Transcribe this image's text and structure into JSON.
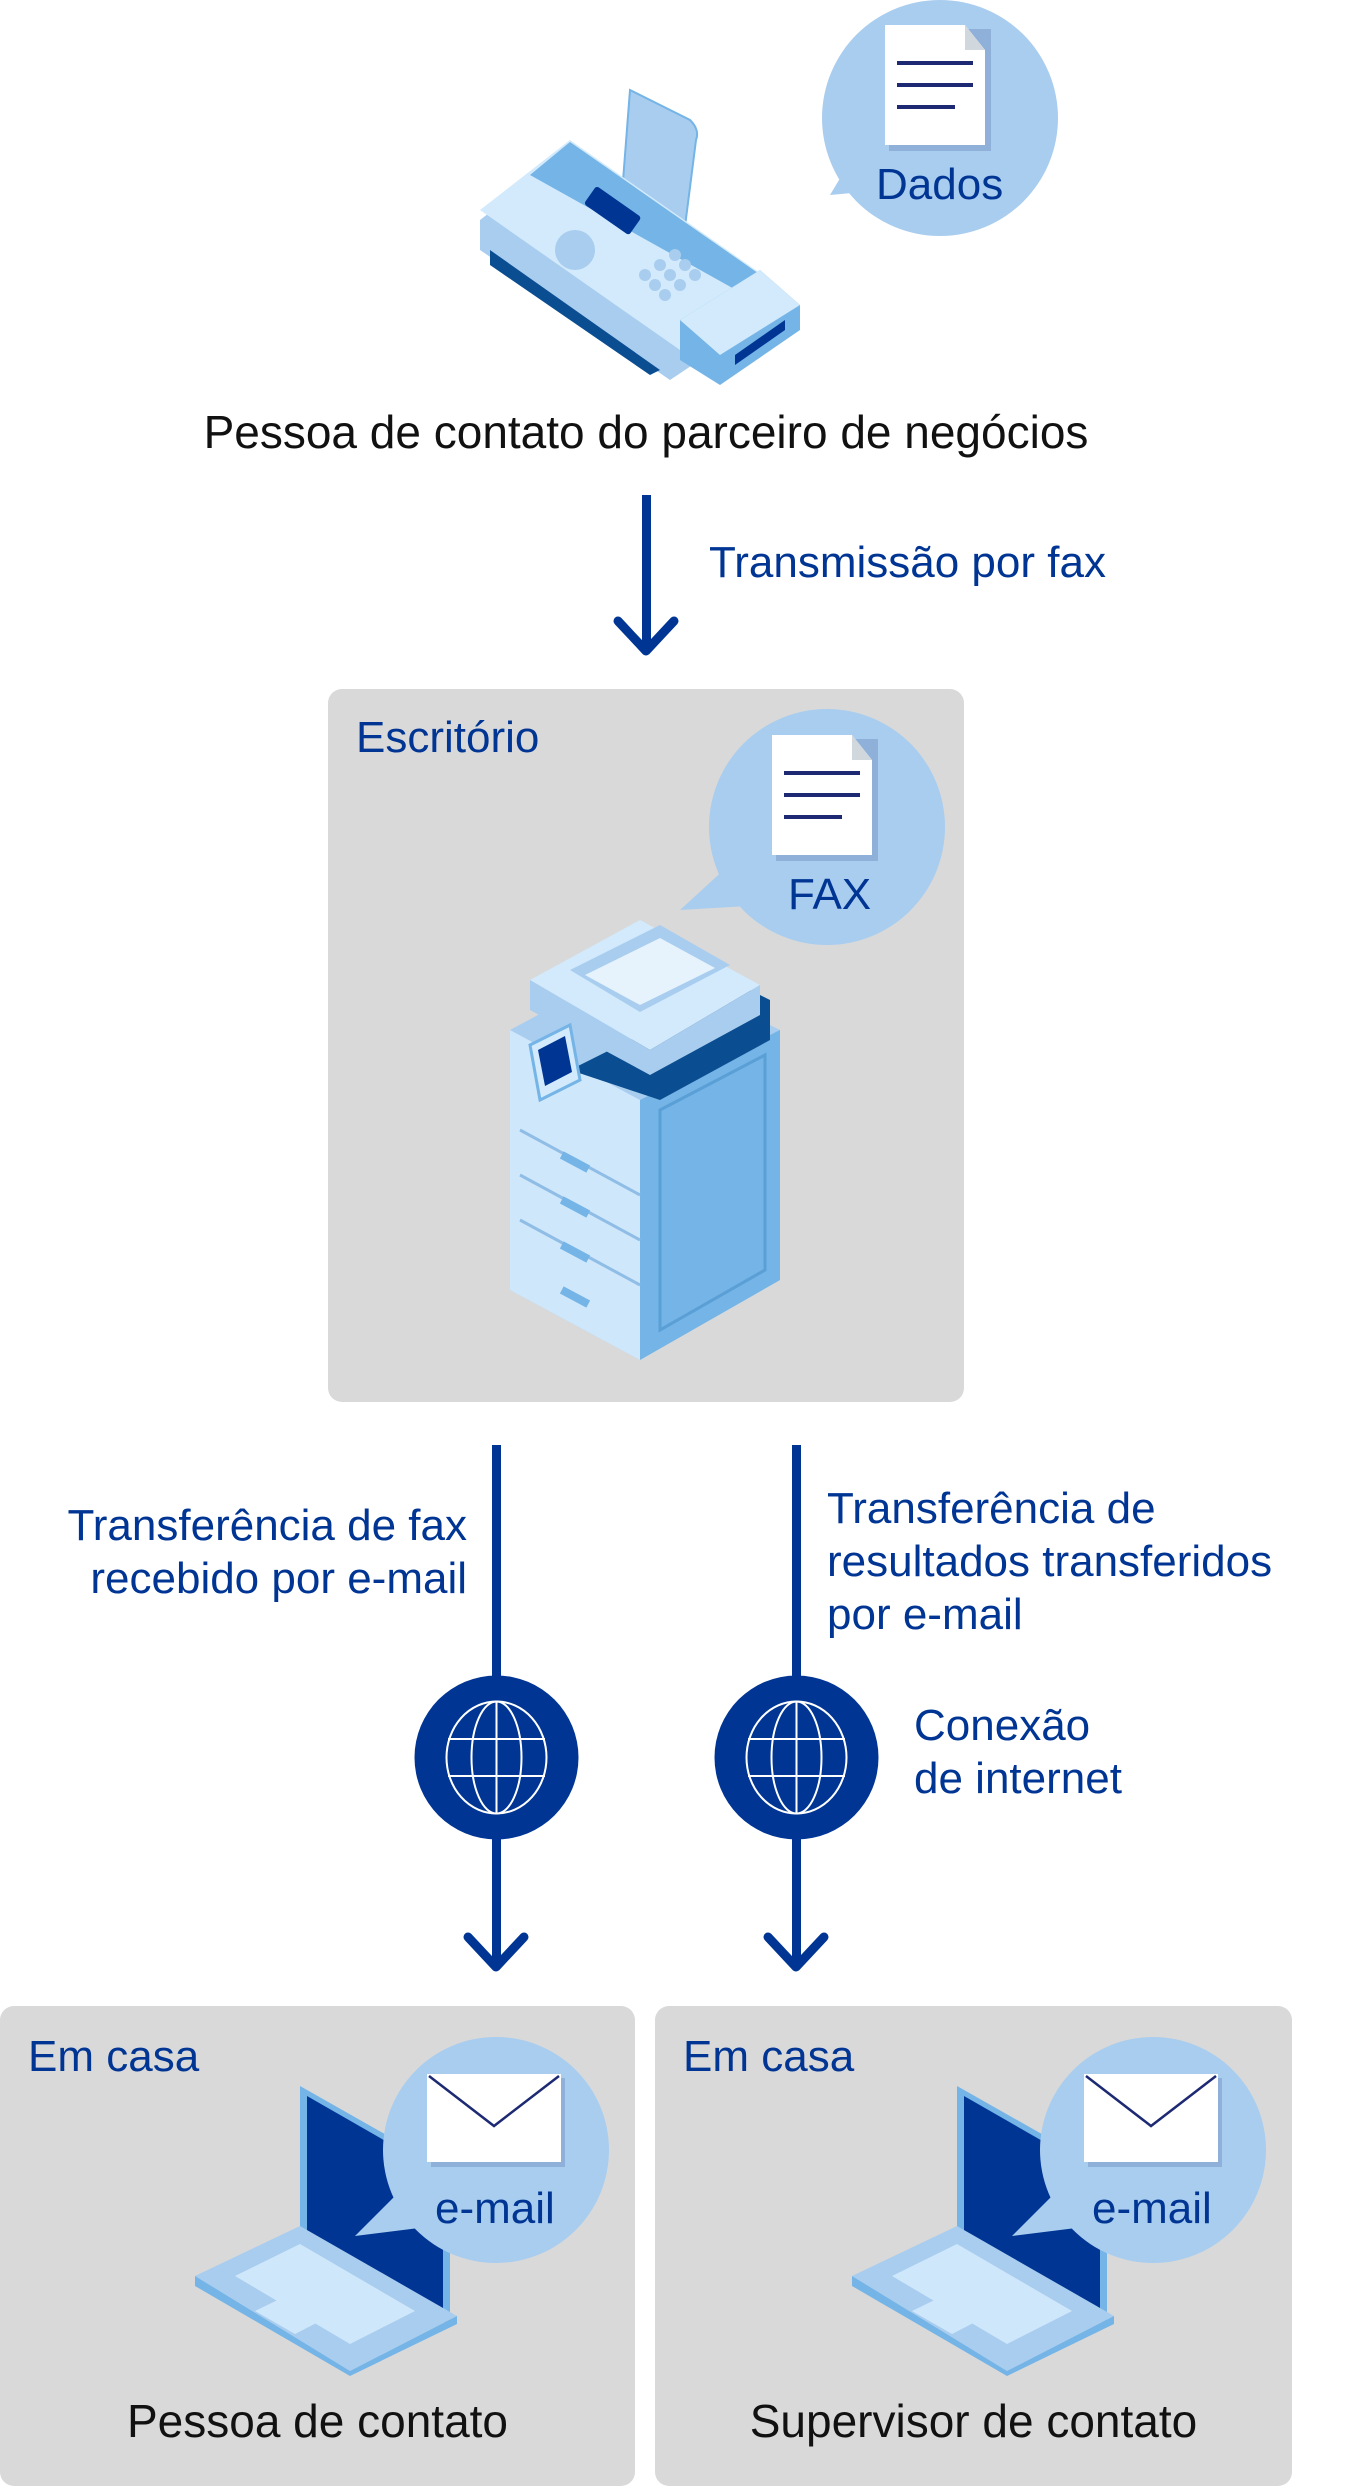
{
  "partner": {
    "bubble_label": "Dados",
    "caption": "Pessoa de contato do parceiro de negócios"
  },
  "transmission": {
    "label": "Transmissão por fax"
  },
  "office": {
    "title": "Escritório",
    "bubble_label": "FAX"
  },
  "transfers": {
    "left_lines": [
      "Transferência de fax",
      "recebido por e-mail"
    ],
    "right_lines": [
      "Transferência de",
      "resultados transferidos",
      "por e-mail"
    ],
    "internet_lines": [
      "Conexão",
      "de internet"
    ]
  },
  "homes": [
    {
      "title": "Em casa",
      "bubble_label": "e-mail",
      "caption": "Pessoa de contato"
    },
    {
      "title": "Em casa",
      "bubble_label": "e-mail",
      "caption": "Supervisor de contato"
    }
  ],
  "colors": {
    "dark_blue": "#003594",
    "light_blue": "#a9cdef",
    "panel_gray": "#d9d9d9"
  }
}
